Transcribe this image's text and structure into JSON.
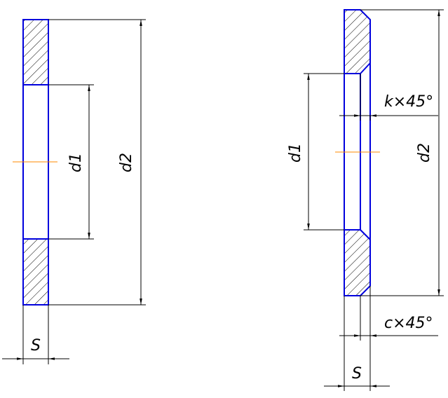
{
  "labels": {
    "left_d1": "d1",
    "left_d2": "d2",
    "left_s": "S",
    "right_d1": "d1",
    "right_d2": "d2",
    "right_k": "k×45°",
    "right_c": "c×45°",
    "right_s": "S"
  },
  "colors": {
    "outline": "#0000dd",
    "centerline": "#ff8800",
    "dimension": "#000000"
  }
}
